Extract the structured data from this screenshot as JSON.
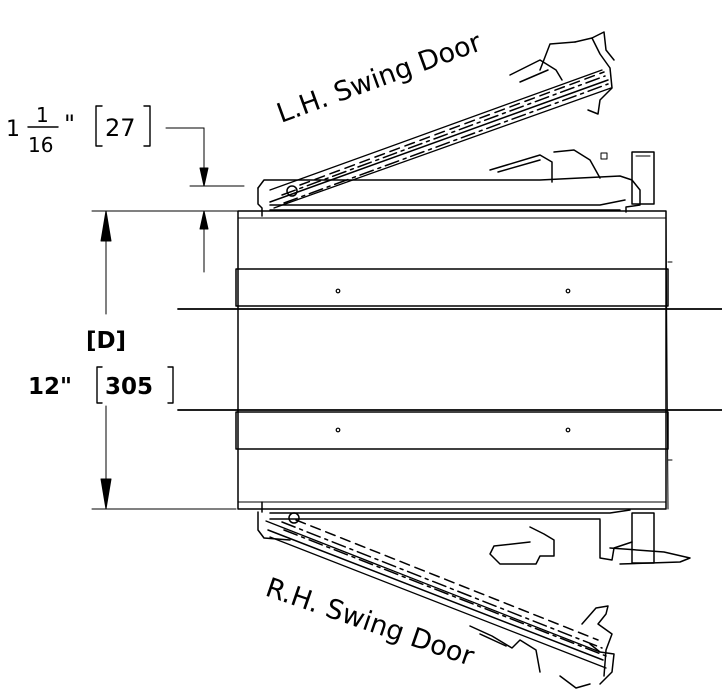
{
  "labels": {
    "lh_door": "L.H. Swing Door",
    "rh_door": "R.H. Swing Door"
  },
  "dim_top": {
    "whole": "1",
    "num": "1",
    "den": "16",
    "inch_mark": "\"",
    "metric": "27"
  },
  "dim_d": {
    "tag": "[D]",
    "imperial": "12\"",
    "metric": "305"
  }
}
